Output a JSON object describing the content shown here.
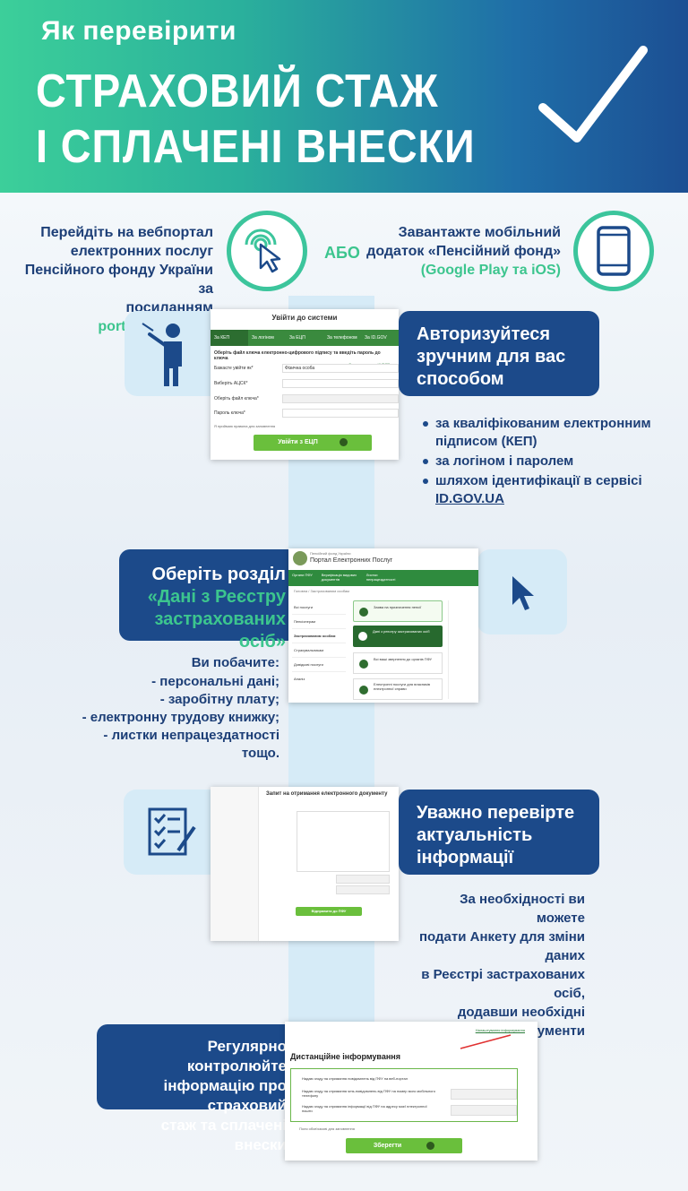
{
  "header": {
    "subtitle": "Як перевірити",
    "title_line1": "СТРАХОВИЙ СТАЖ",
    "title_line2": "І СПЛАЧЕНІ ВНЕСКИ"
  },
  "step0": {
    "portal_text_1": "Перейдіть на вебпортал",
    "portal_text_2": "електронних послуг",
    "portal_text_3": "Пенсійного фонду України за",
    "portal_text_4": "посиланням",
    "portal_link": "portal.pfu.gov.ua",
    "or": "АБО",
    "app_text_1": "Завантажте мобільний",
    "app_text_2": "додаток «Пенсійний фонд»",
    "app_text_3": "(Google Play та iOS)"
  },
  "step1": {
    "title_1": "Авторизуйтеся",
    "title_2": "зручним для вас",
    "title_3": "способом",
    "bullets": [
      "за кваліфікованим електронним",
      "підписом (КЕП)",
      "за логіном і паролем",
      "шляхом ідентифікації в сервісі",
      "ID.GOV.UA"
    ],
    "shot": {
      "heading": "Увійти до системи",
      "tabs": [
        "За КЕП",
        "За логіном",
        "За ЕЦП",
        "За телефоном",
        "За ID.GOV"
      ],
      "instruction": "Оберіть файл ключа електронно-цифрового підпису та введіть пароль до ключа",
      "link": "Видавати ключ з КНЕДП",
      "fields": [
        "Бажаєте увійти як*",
        "Виберіть АЦСК*",
        "Оберіть файл ключа*",
        "Пароль ключа*"
      ],
      "field_value": "Фізична особа",
      "checkbox": "Я приймаю правила для заповнення",
      "button": "Увійти з ЕЦП"
    }
  },
  "step2": {
    "title_1": "Оберіть розділ",
    "title_2": "«Дані з Реєстру",
    "title_3": "застрахованих осіб»",
    "see": "Ви побачите:",
    "items": [
      "- персональні дані;",
      "- заробітну плату;",
      "- електронну трудову книжку;",
      "- листки непрацездатності тощо."
    ],
    "shot": {
      "org": "Пенсійний фонд України",
      "portal": "Портал Електронних Послуг",
      "nav": [
        "Органи ПФУ",
        "Верифікація видових документів",
        "Листки непрацездатності"
      ],
      "crumb": "Головна / Застрахованим особам",
      "menu": [
        "Всі послуги",
        "Пенсіонерам",
        "Застрахованим особам",
        "Страхувальникам",
        "Довідкові послуги",
        "Аналіз"
      ],
      "cards": [
        "Заява на призначення пенсії",
        "Дані з реєстру застрахованих осіб",
        "Всі ваші звернення до органів ПФУ",
        "Електронні послуги для власників електронної справи"
      ]
    }
  },
  "step3": {
    "title_1": "Уважно перевірте",
    "title_2": "актуальність",
    "title_3": "інформації",
    "note_1": "За необхідності ви можете",
    "note_2": "подати Анкету для зміни даних",
    "note_3": "в Реєстрі застрахованих осіб,",
    "note_4": "додавши необхідні документи",
    "shot": {
      "heading": "Запит на отримання електронного документу",
      "button": "Відправити до ПФУ"
    }
  },
  "step4": {
    "title_1": "Регулярно контролюйте",
    "title_2": "інформацію про страховий",
    "title_3": "стаж та сплачені внески",
    "shot": {
      "heading": "Дистанційне інформування",
      "link": "Налаштування інформування",
      "options": [
        "Надаю згоду на отримання повідомлень від ПФУ на веб-портал",
        "Надаю згоду на отримання sms-повідомлень від ПФУ на номер мого мобільного телефону",
        "Надаю згоду на отримання інформації від ПФУ на адресу моєї електронної пошти"
      ],
      "checkbox": "Поля обов'язкові для заповнення",
      "button": "Зберегти"
    }
  },
  "colors": {
    "accent_green": "#3cc59c",
    "dark_blue": "#1c4a8a",
    "light_blue": "#d6ebf7"
  }
}
